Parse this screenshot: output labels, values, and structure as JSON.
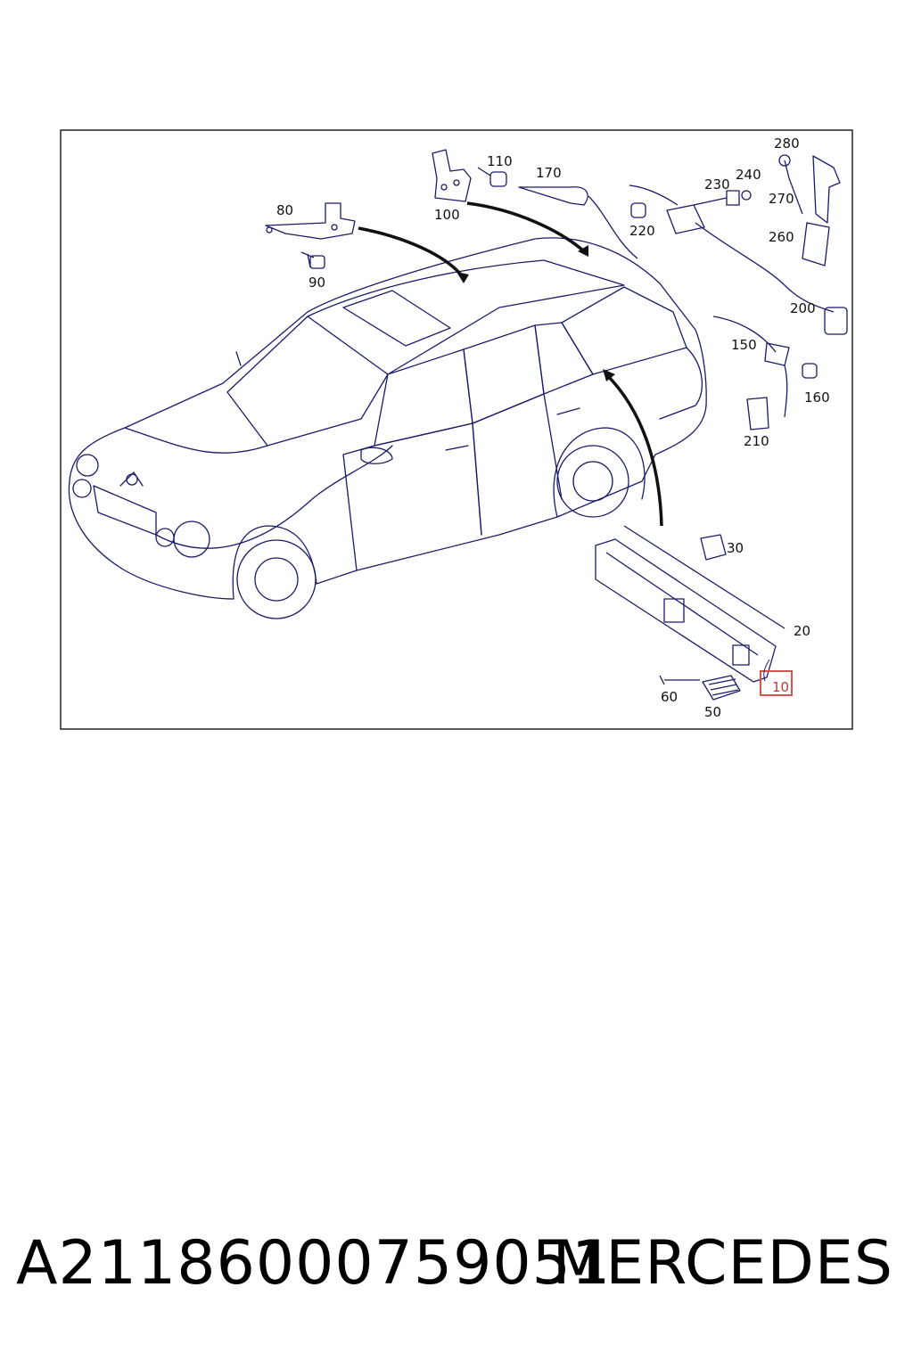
{
  "diagram": {
    "callouts": [
      {
        "id": "10",
        "highlighted": true
      },
      {
        "id": "20"
      },
      {
        "id": "30"
      },
      {
        "id": "50"
      },
      {
        "id": "60"
      },
      {
        "id": "80"
      },
      {
        "id": "90"
      },
      {
        "id": "100"
      },
      {
        "id": "110"
      },
      {
        "id": "150"
      },
      {
        "id": "160"
      },
      {
        "id": "170"
      },
      {
        "id": "200"
      },
      {
        "id": "210"
      },
      {
        "id": "220"
      },
      {
        "id": "230"
      },
      {
        "id": "240"
      },
      {
        "id": "260"
      },
      {
        "id": "270"
      },
      {
        "id": "280"
      }
    ],
    "colors": {
      "line": "#1b1b6a",
      "frame": "#222222",
      "highlight": "#d9534f"
    }
  },
  "footer": {
    "part_number": "A21186000759051",
    "brand": "MERCEDES"
  }
}
